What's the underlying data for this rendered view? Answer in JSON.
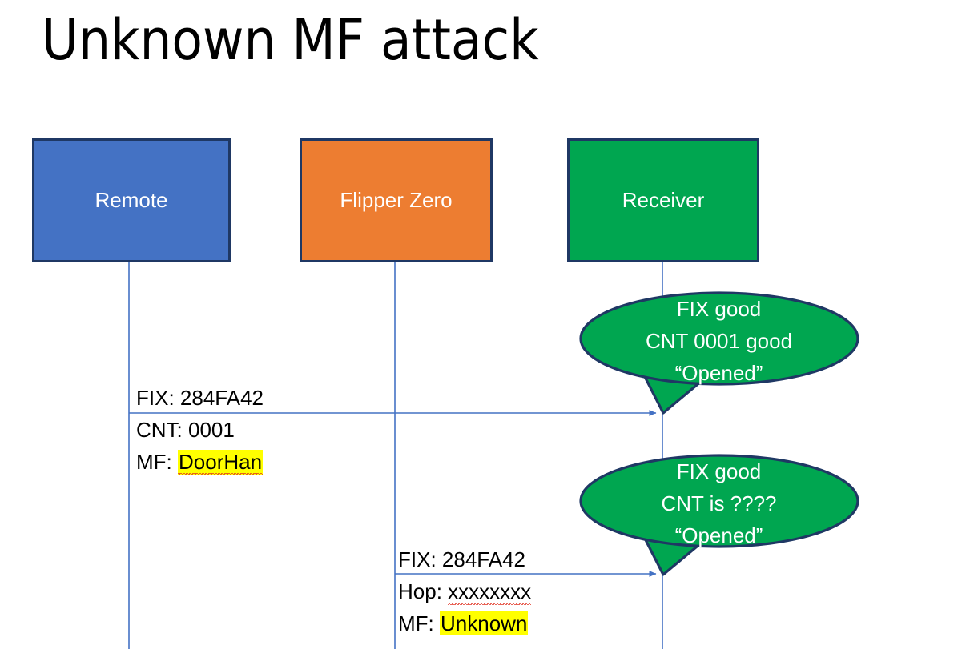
{
  "slide": {
    "title": "Unknown MF attack",
    "background": "#FFFFFF"
  },
  "colors": {
    "remote_fill": "#4472C4",
    "flipper_fill": "#ED7D31",
    "receiver_fill": "#00A650",
    "box_border": "#1F3864",
    "lifeline": "#4472C4",
    "arrow": "#4472C4",
    "highlight": "#FFFF00",
    "spellcheck_underline": "#E03020",
    "bubble_fill": "#00A650",
    "bubble_stroke": "#1F3864",
    "text_on_fill": "#FFFFFF",
    "text_body": "#000000"
  },
  "actors": [
    {
      "id": "remote",
      "label": "Remote",
      "fill": "#4472C4"
    },
    {
      "id": "flipper",
      "label": "Flipper Zero",
      "fill": "#ED7D31"
    },
    {
      "id": "receiver",
      "label": "Receiver",
      "fill": "#00A650"
    }
  ],
  "messages": [
    {
      "id": "msg1",
      "from": "remote",
      "to": "receiver",
      "lines": [
        {
          "prefix": "FIX: ",
          "value": "284FA42",
          "highlight": false,
          "spellcheck": false
        },
        {
          "prefix": "CNT: ",
          "value": "0001",
          "highlight": false,
          "spellcheck": false
        },
        {
          "prefix": "MF: ",
          "value": "DoorHan",
          "highlight": true,
          "spellcheck": true
        }
      ]
    },
    {
      "id": "msg2",
      "from": "flipper",
      "to": "receiver",
      "lines": [
        {
          "prefix": "FIX: ",
          "value": "284FA42",
          "highlight": false,
          "spellcheck": false
        },
        {
          "prefix": "Hop: ",
          "value": "xxxxxxxx",
          "highlight": false,
          "spellcheck": true
        },
        {
          "prefix": "MF: ",
          "value": "Unknown",
          "highlight": true,
          "spellcheck": false
        }
      ]
    }
  ],
  "bubbles": [
    {
      "id": "bubble1",
      "owner": "receiver",
      "lines": [
        "FIX good",
        "CNT 0001 good",
        "“Opened”"
      ]
    },
    {
      "id": "bubble2",
      "owner": "receiver",
      "lines": [
        "FIX good",
        "CNT is ????",
        "“Opened”"
      ]
    }
  ]
}
